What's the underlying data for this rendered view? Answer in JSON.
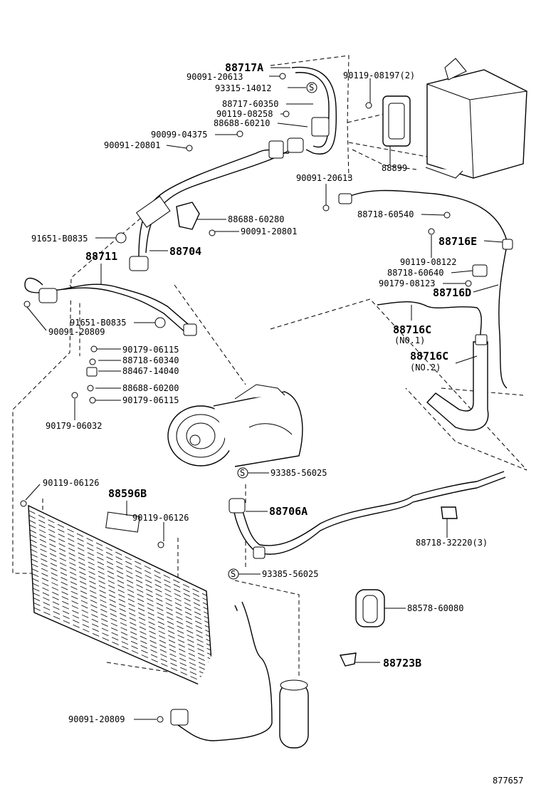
{
  "labels": {
    "p88717A": "88717A",
    "p90091_20613_a": "90091-20613",
    "p93315_14012": "93315-14012",
    "p88717_60350": "88717-60350",
    "p90119_08258": "90119-08258",
    "p88688_60210": "88688-60210",
    "p90099_04375": "90099-04375",
    "p90091_20801_a": "90091-20801",
    "p90119_08197": "90119-08197(2)",
    "p88899": "88899",
    "p90091_20613_b": "90091-20613",
    "p88718_60540": "88718-60540",
    "p88716E": "88716E",
    "p88688_60280": "88688-60280",
    "p90091_20801_b": "90091-20801",
    "p91651_B0835_a": "91651-B0835",
    "p88704": "88704",
    "p88711": "88711",
    "p90119_08122": "90119-08122",
    "p88718_60640": "88718-60640",
    "p90179_08123": "90179-08123",
    "p88716D": "88716D",
    "p90091_20809_a": "90091-20809",
    "p91651_B0835_b": "91651-B0835",
    "p88716C_1": "88716C",
    "p88716C_1_sub": "(NO.1)",
    "p90179_06115_a": "90179-06115",
    "p88718_60340": "88718-60340",
    "p88467_14040": "88467-14040",
    "p88716C_2": "88716C",
    "p88716C_2_sub": "(NO.2)",
    "p88688_60200": "88688-60200",
    "p90179_06115_b": "90179-06115",
    "p90179_06032": "90179-06032",
    "p93385_56025_a": "93385-56025",
    "p90119_06126_a": "90119-06126",
    "p88596B": "88596B",
    "p90119_06126_b": "90119-06126",
    "p88706A": "88706A",
    "p88718_32220": "88718-32220(3)",
    "p93385_56025_b": "93385-56025",
    "p88578_60080": "88578-60080",
    "p88723B": "88723B",
    "p90091_20809_b": "90091-20809",
    "figure_number": "877657",
    "s_mark": "S"
  }
}
